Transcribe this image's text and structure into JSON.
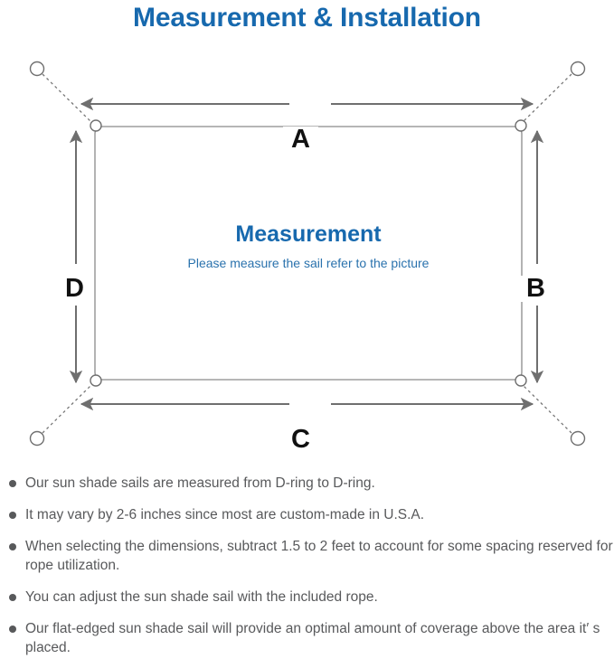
{
  "header": {
    "title": "Measurement & Installation"
  },
  "diagram": {
    "name": "sun-shade-sail-measurement-diagram",
    "sail_caption": {
      "headline": "Measurement",
      "subline": "Please measure the sail refer to the picture"
    },
    "dimension_labels": [
      {
        "key": "A",
        "label": "A",
        "edge": "top"
      },
      {
        "key": "B",
        "label": "B",
        "edge": "right"
      },
      {
        "key": "C",
        "label": "C",
        "edge": "bottom"
      },
      {
        "key": "D",
        "label": "D",
        "edge": "left"
      }
    ],
    "anchor_points": [
      {
        "key": "top-left",
        "label": "anchor-ring-top-left"
      },
      {
        "key": "top-right",
        "label": "anchor-ring-top-right"
      },
      {
        "key": "bottom-left",
        "label": "anchor-ring-bottom-left"
      },
      {
        "key": "bottom-right",
        "label": "anchor-ring-bottom-right"
      }
    ],
    "d_rings": [
      {
        "key": "top-left",
        "label": "d-ring-top-left"
      },
      {
        "key": "top-right",
        "label": "d-ring-top-right"
      },
      {
        "key": "bottom-left",
        "label": "d-ring-bottom-left"
      },
      {
        "key": "bottom-right",
        "label": "d-ring-bottom-right"
      }
    ]
  },
  "colors": {
    "title_blue": "#1769ae",
    "caption_blue": "#2a72ad",
    "note_gray": "#58595b",
    "line_gray": "#6f6f6f",
    "sail_outline": "#8a8a8a",
    "background": "#ffffff"
  },
  "notes": [
    {
      "text": "Our sun shade sails are measured from D-ring to D-ring."
    },
    {
      "text": "It may vary by 2-6 inches since most are custom-made in U.S.A."
    },
    {
      "text": "When selecting the dimensions, subtract 1.5 to 2 feet to account for some spacing reserved for rope utilization."
    },
    {
      "text": "You can adjust the sun shade sail with the included rope."
    },
    {
      "text": "Our flat-edged sun shade sail will provide an optimal amount of coverage above the area it′ s placed."
    }
  ]
}
